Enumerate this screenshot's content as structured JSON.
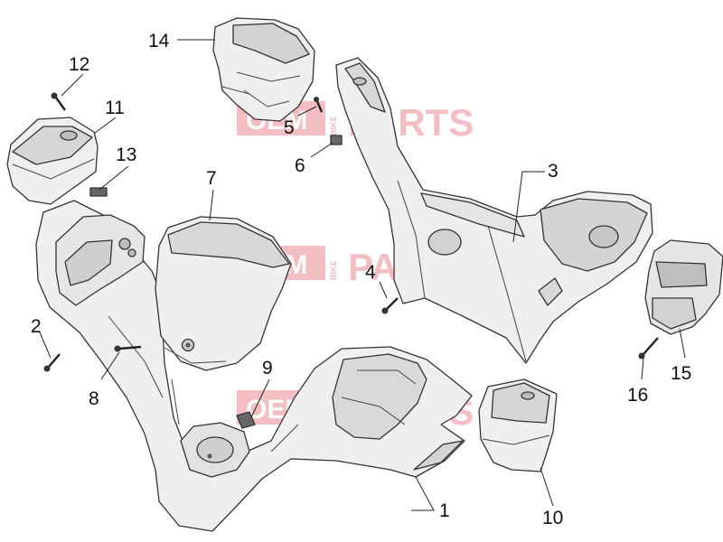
{
  "diagram": {
    "watermark": {
      "oem": "OEM",
      "bike": "BIKE",
      "parts": "PARTS",
      "color": "#e88a8f"
    },
    "colors": {
      "part_fill": "#efefef",
      "part_shade": "#d4d4d4",
      "stroke": "#333333"
    },
    "callouts": [
      {
        "id": "1",
        "label": "1"
      },
      {
        "id": "2",
        "label": "2"
      },
      {
        "id": "3",
        "label": "3"
      },
      {
        "id": "4",
        "label": "4"
      },
      {
        "id": "5",
        "label": "5"
      },
      {
        "id": "6",
        "label": "6"
      },
      {
        "id": "7",
        "label": "7"
      },
      {
        "id": "8",
        "label": "8"
      },
      {
        "id": "9",
        "label": "9"
      },
      {
        "id": "10",
        "label": "10"
      },
      {
        "id": "11",
        "label": "11"
      },
      {
        "id": "12",
        "label": "12"
      },
      {
        "id": "13",
        "label": "13"
      },
      {
        "id": "14",
        "label": "14"
      },
      {
        "id": "15",
        "label": "15"
      },
      {
        "id": "16",
        "label": "16"
      }
    ]
  }
}
